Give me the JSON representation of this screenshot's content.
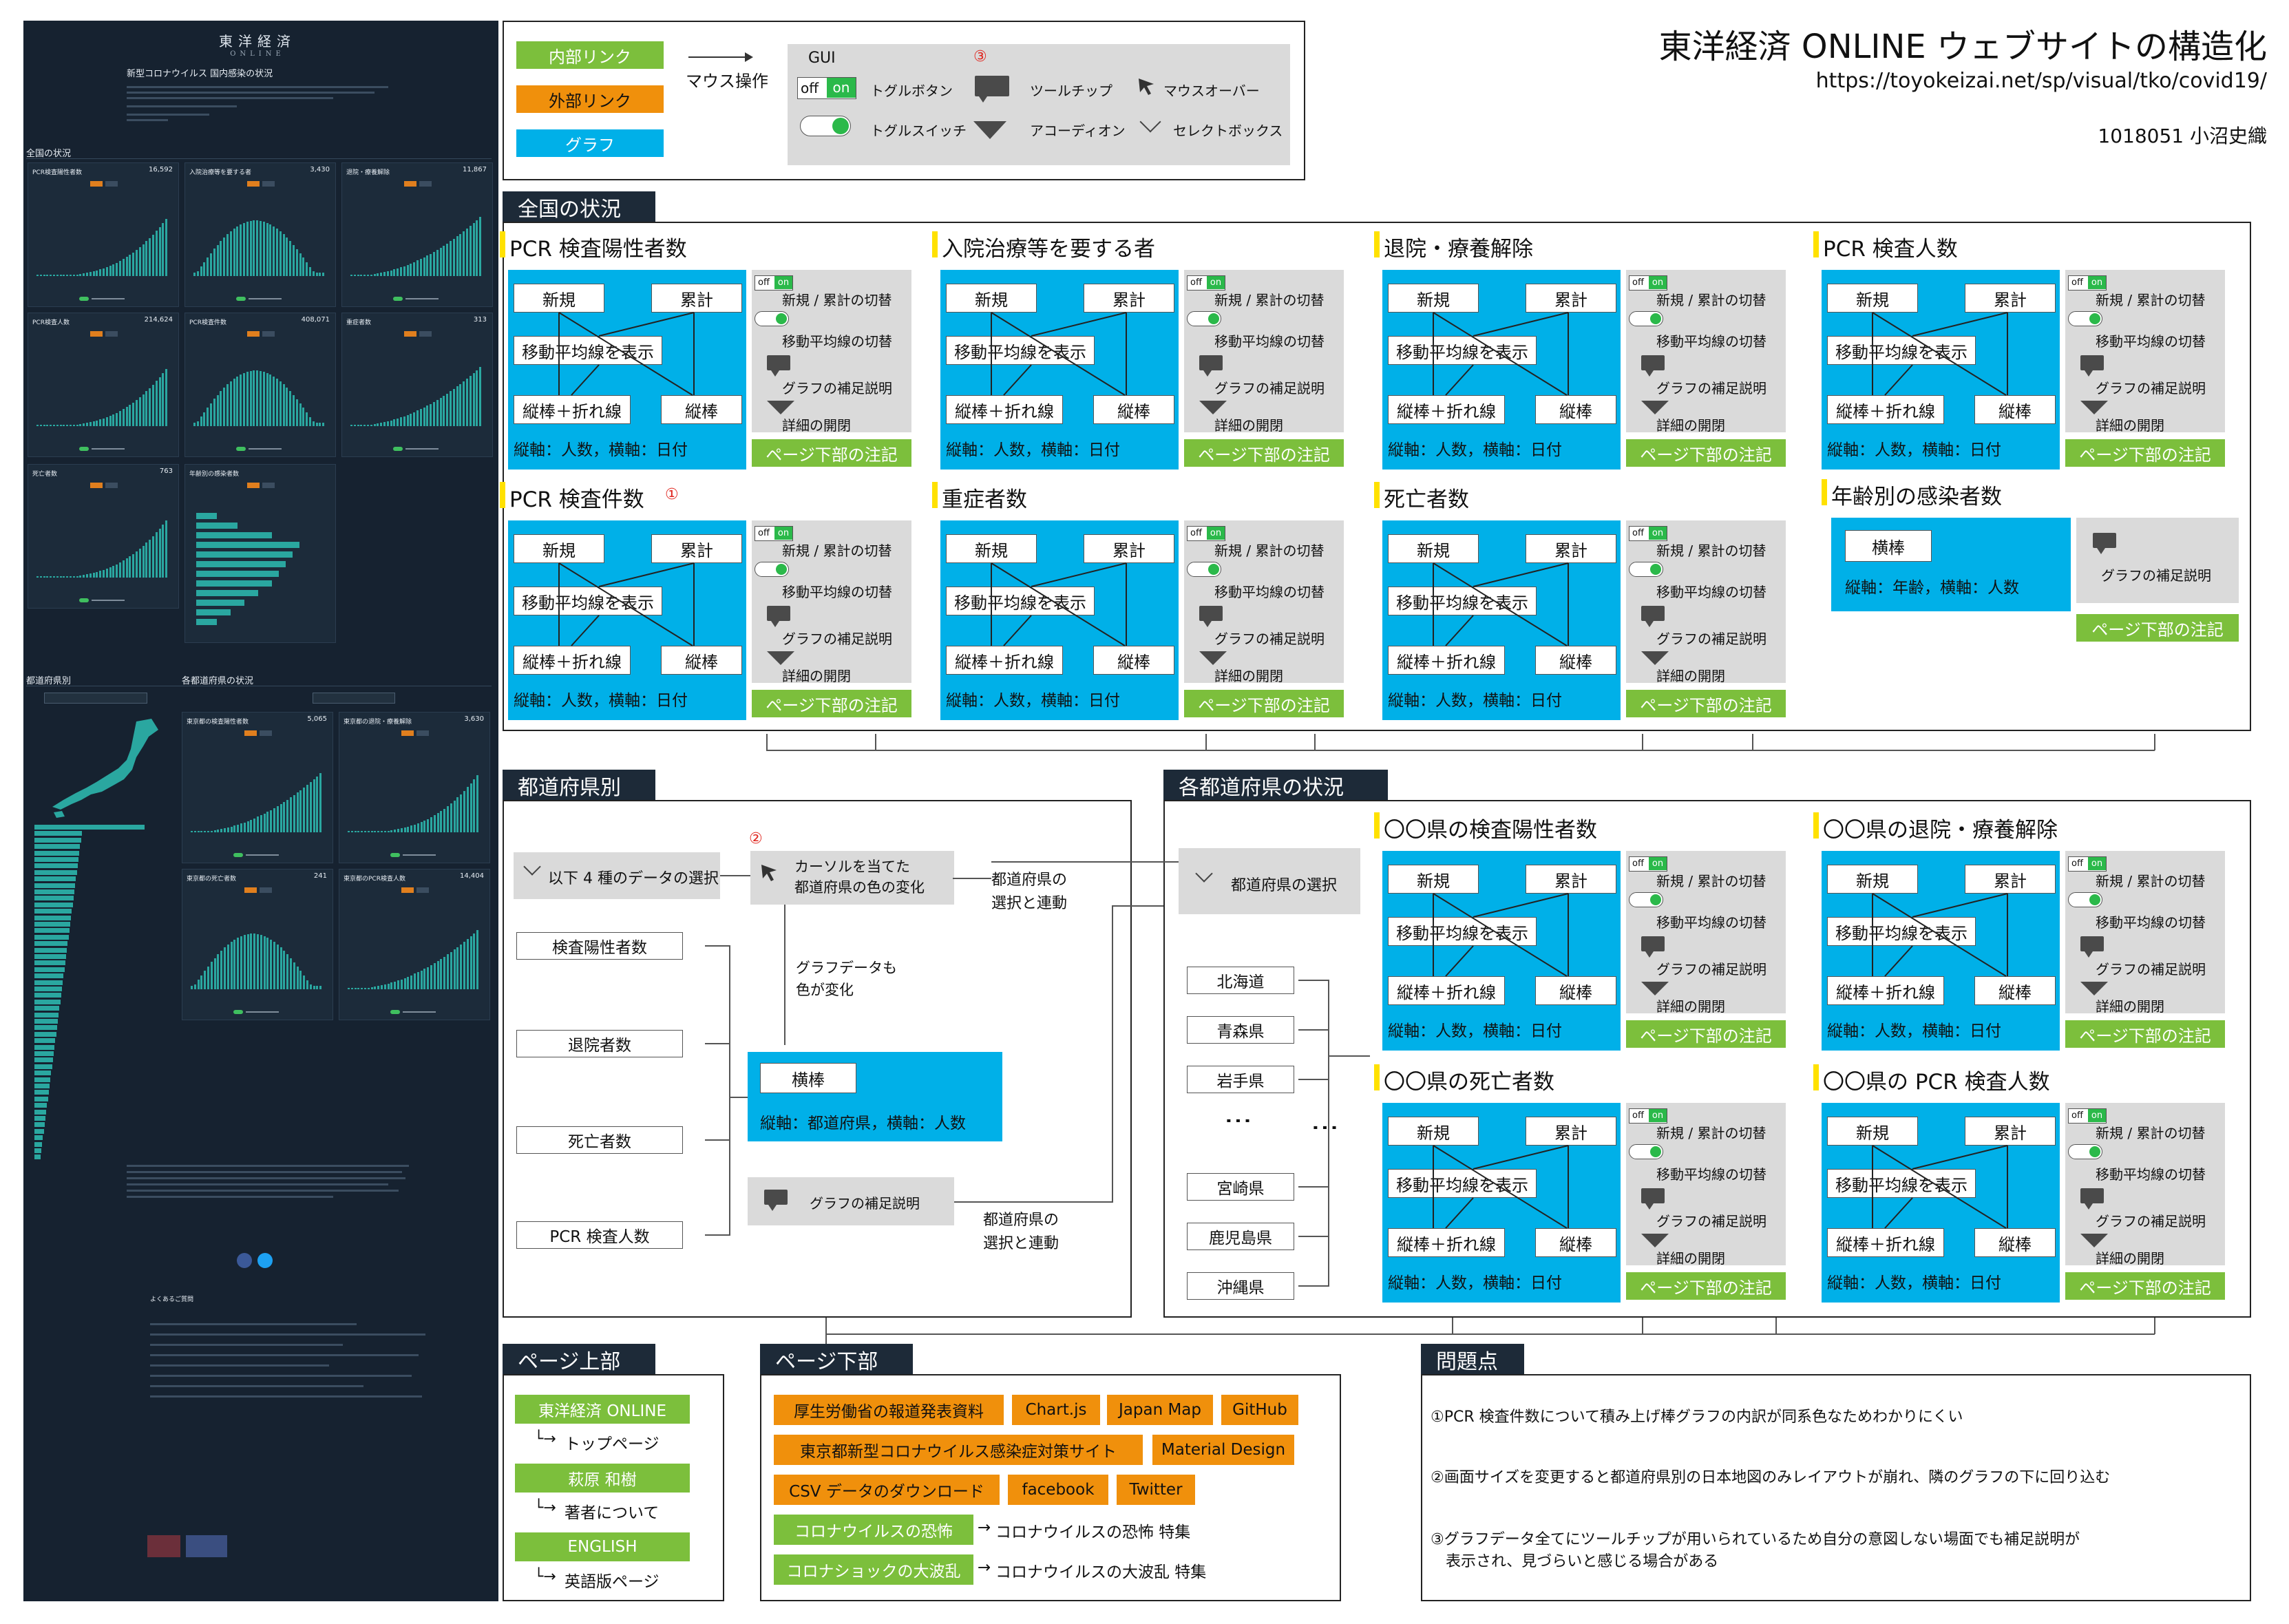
{
  "header": {
    "title": "東洋経済 ONLINE ウェブサイトの構造化",
    "url": "https://toyokeizai.net/sp/visual/tko/covid19/",
    "author": "1018051 小沼史織"
  },
  "legend": {
    "internal_link": "内部リンク",
    "external_link": "外部リンク",
    "graph": "グラフ",
    "mouse_op": "マウス操作",
    "gui": "GUI",
    "off": "off",
    "on": "on",
    "toggle_button": "トグルボタン",
    "tooltip": "ツールチップ",
    "mouse_over": "マウスオーバー",
    "toggle_switch": "トグルスイッチ",
    "accordion": "アコーディオン",
    "select_box": "セレクトボックス",
    "note3": "③",
    "colors": {
      "green": "#7cbf3c",
      "orange": "#f0900c",
      "blue": "#00b0e8",
      "gray": "#dadada",
      "navy": "#1d2a38",
      "marker": "#ffe100",
      "note": "#e0261f"
    }
  },
  "screenshot": {
    "logo": "東洋経済",
    "logo_sub": "ONLINE",
    "page_title": "新型コロナウイルス 国内感染の状況",
    "sec_national": "全国の状況",
    "sec_pref": "都道府県別",
    "sec_each": "各都道府県の状況",
    "faq": "よくあるご質問",
    "cards": [
      {
        "title": "PCR検査陽性者数",
        "value": "16,592"
      },
      {
        "title": "入院治療等を要する者",
        "value": "3,430"
      },
      {
        "title": "退院・療養解除",
        "value": "11,867"
      },
      {
        "title": "PCR検査人数",
        "value": "214,624"
      },
      {
        "title": "PCR検査件数",
        "value": "408,071"
      },
      {
        "title": "重症者数",
        "value": "313"
      },
      {
        "title": "死亡者数",
        "value": "763"
      },
      {
        "title": "年齢別の感染者数",
        "value": ""
      },
      {
        "title": "東京都の検査陽性者数",
        "value": "5,065"
      },
      {
        "title": "東京都の退院・療養解除",
        "value": "3,630"
      },
      {
        "title": "東京都の死亡者数",
        "value": "241"
      },
      {
        "title": "東京都のPCR検査人数",
        "value": "14,404"
      }
    ]
  },
  "national": {
    "section": "全国の状況",
    "graphs": [
      {
        "title": "PCR 検査陽性者数",
        "mark": ""
      },
      {
        "title": "入院治療等を要する者",
        "mark": ""
      },
      {
        "title": "退院・療養解除",
        "mark": ""
      },
      {
        "title": "PCR 検査人数",
        "mark": ""
      },
      {
        "title": "PCR 検査件数",
        "mark": "①"
      },
      {
        "title": "重症者数",
        "mark": ""
      },
      {
        "title": "死亡者数",
        "mark": ""
      }
    ],
    "age_graph": {
      "title": "年齢別の感染者数",
      "bar": "横棒",
      "axis": "縦軸：年齢，横軸：人数",
      "tip": "グラフの補足説明",
      "note": "ページ下部の注記"
    }
  },
  "graph_template": {
    "new": "新規",
    "cumulative": "累計",
    "moving_avg": "移動平均線を表示",
    "bar_line": "縦棒＋折れ線",
    "bar": "縦棒",
    "axis": "縦軸：人数，横軸：日付",
    "toggle_new_cum": "新規 / 累計の切替",
    "toggle_ma": "移動平均線の切替",
    "tip": "グラフの補足説明",
    "detail": "詳細の開閉",
    "note": "ページ下部の注記"
  },
  "prefecture": {
    "section": "都道府県別",
    "select_label": "以下 4 種のデータの選択",
    "hover": "カーソルを当てた\n都道府県の色の変化",
    "note2": "②",
    "data_types": [
      "検査陽性者数",
      "退院者数",
      "死亡者数",
      "PCR 検査人数"
    ],
    "color_change": "グラフデータも\n色が変化",
    "bar": "横棒",
    "axis": "縦軸：都道府県，横軸：人数",
    "tip": "グラフの補足説明",
    "link1": "都道府県の\n選択と連動",
    "link2": "都道府県の\n選択と連動"
  },
  "each_pref": {
    "section": "各都道府県の状況",
    "select": "都道府県の選択",
    "prefs": [
      "北海道",
      "青森県",
      "岩手県",
      "宮崎県",
      "鹿児島県",
      "沖縄県"
    ],
    "graphs": [
      "〇〇県の検査陽性者数",
      "〇〇県の退院・療養解除",
      "〇〇県の死亡者数",
      "〇〇県の PCR 検査人数"
    ]
  },
  "page_top": {
    "section": "ページ上部",
    "items": [
      {
        "label": "東洋経済 ONLINE",
        "target": "トップページ"
      },
      {
        "label": "萩原 和樹",
        "target": "著者について"
      },
      {
        "label": "ENGLISH",
        "target": "英語版ページ"
      }
    ]
  },
  "page_bottom": {
    "section": "ページ下部",
    "row1": [
      "厚生労働省の報道発表資料",
      "Chart.js",
      "Japan Map",
      "GitHub"
    ],
    "row2": [
      "東京都新型コロナウイルス感染症対策サイト",
      "Material Design"
    ],
    "row3": [
      "CSV データのダウンロード",
      "facebook",
      "Twitter"
    ],
    "links": [
      {
        "label": "コロナウイルスの恐怖",
        "target": "コロナウイルスの恐怖 特集"
      },
      {
        "label": "コロナショックの大波乱",
        "target": "コロナウイルスの大波乱 特集"
      }
    ]
  },
  "problems": {
    "section": "問題点",
    "items": [
      "①PCR 検査件数について積み上げ棒グラフの内訳が同系色なためわかりにくい",
      "②画面サイズを変更すると都道府県別の日本地図のみレイアウトが崩れ、隣のグラフの下に回り込む",
      "③グラフデータ全てにツールチップが用いられているため自分の意図しない場面でも補足説明が",
      "表示され、見づらいと感じる場合がある"
    ]
  }
}
